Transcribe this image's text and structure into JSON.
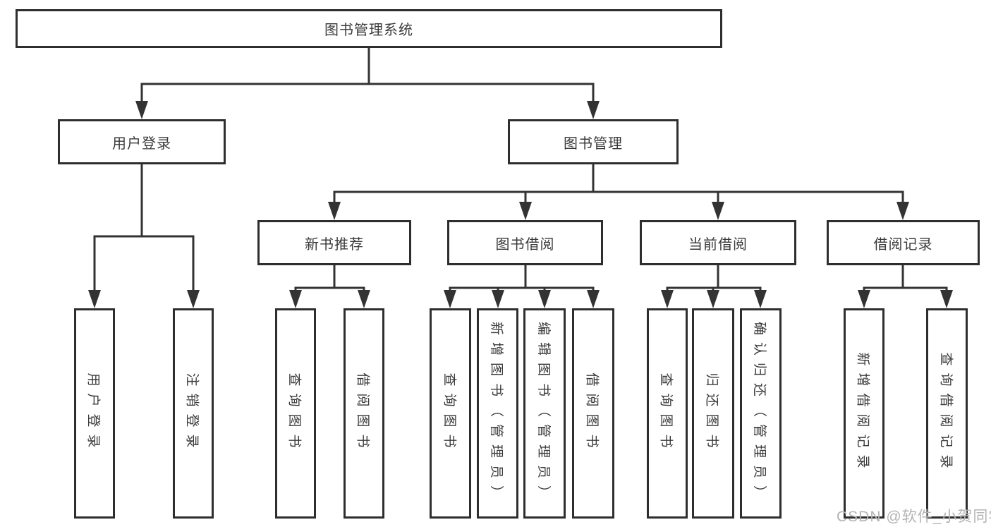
{
  "tree": {
    "root": {
      "label": "图书管理系统"
    },
    "branches": [
      {
        "label": "用户登录",
        "children": [
          {
            "label": "用户登录"
          },
          {
            "label": "注销登录"
          }
        ]
      },
      {
        "label": "图书管理",
        "groups": [
          {
            "label": "新书推荐",
            "children": [
              {
                "label": "查询图书"
              },
              {
                "label": "借阅图书"
              }
            ]
          },
          {
            "label": "图书借阅",
            "children": [
              {
                "label": "查询图书"
              },
              {
                "label": "新增图书（管理员）"
              },
              {
                "label": "编辑图书（管理员）"
              },
              {
                "label": "借阅图书"
              }
            ]
          },
          {
            "label": "当前借阅",
            "children": [
              {
                "label": "查询图书"
              },
              {
                "label": "归还图书"
              },
              {
                "label": "确认归还（管理员）"
              }
            ]
          },
          {
            "label": "借阅记录",
            "children": [
              {
                "label": "新增借阅记录"
              },
              {
                "label": "查询借阅记录"
              }
            ]
          }
        ]
      }
    ]
  },
  "watermark": {
    "text": "CSDN @软件_小贺同学"
  },
  "colors": {
    "line": "#333333",
    "box_border": "#2e2e2e",
    "text": "#3a3a3a",
    "watermark": "#b3b3b3",
    "background": "#ffffff"
  }
}
